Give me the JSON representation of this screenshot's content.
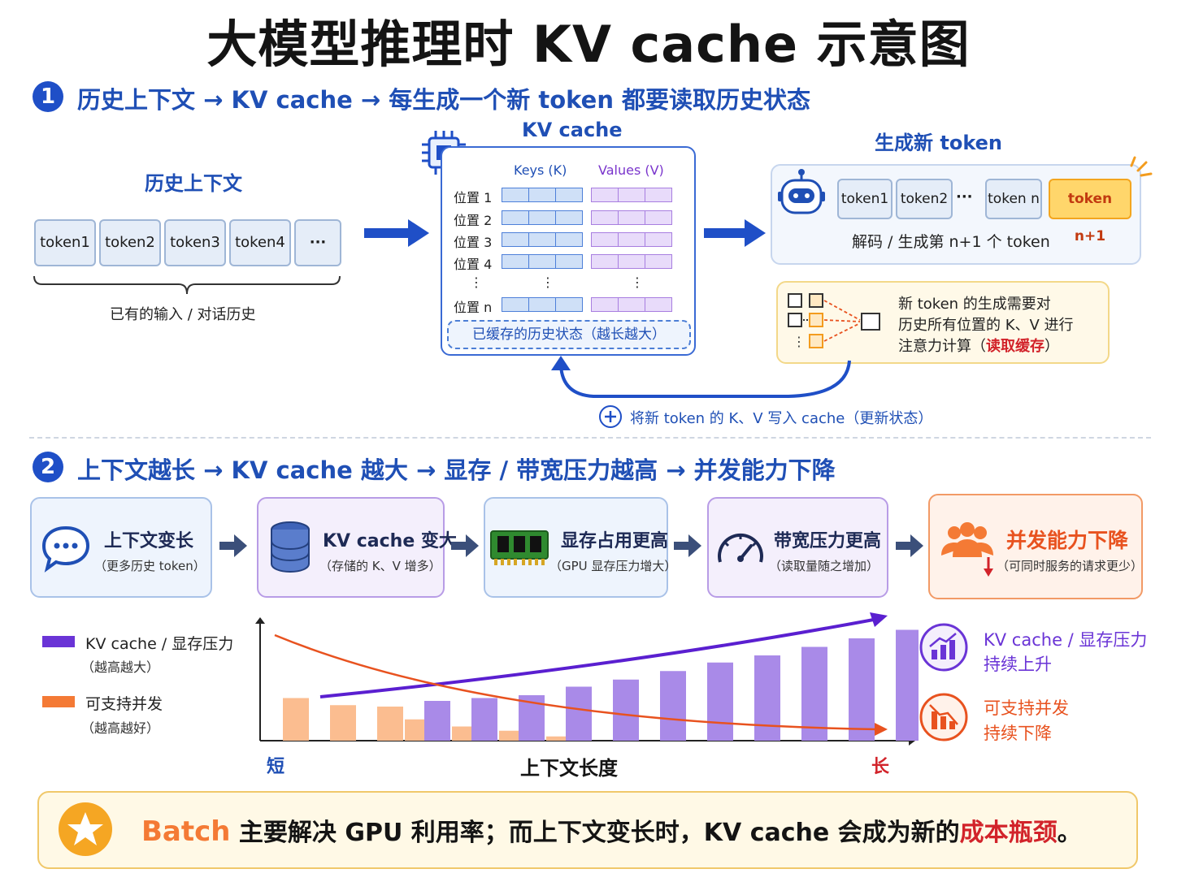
{
  "title": "大模型推理时 KV cache 示意图",
  "section1": {
    "number": "1",
    "heading": "历史上下文 → KV cache → 每生成一个新 token 都要读取历史状态",
    "history_title": "历史上下文",
    "history_tokens": [
      "token1",
      "token2",
      "token3",
      "token4",
      "···"
    ],
    "history_caption": "已有的输入 / 对话历史",
    "kv_title": "KV cache",
    "keys_label": "Keys (K)",
    "values_label": "Values (V)",
    "rows": [
      "位置 1",
      "位置 2",
      "位置 3",
      "位置 4",
      "⋮",
      "位置 n"
    ],
    "cached_label": "已缓存的历史状态（越长越大）",
    "gen_title": "生成新 token",
    "gen_tokens": [
      "token1",
      "token2",
      "···",
      "token n",
      "token n+1"
    ],
    "gen_caption": "解码 / 生成第 n+1 个 token",
    "note_line1": "新 token 的生成需要对",
    "note_line2": "历史所有位置的 K、V 进行",
    "note_line3_prefix": "注意力计算（",
    "note_line3_highlight": "读取缓存",
    "note_line3_suffix": "）",
    "write_back": "将新 token 的 K、V 写入 cache（更新状态）"
  },
  "section2": {
    "number": "2",
    "heading": "上下文越长 → KV cache 越大 → 显存 / 带宽压力越高 → 并发能力下降",
    "cards": [
      {
        "title": "上下文变长",
        "sub": "（更多历史 token）",
        "icon": "chat-bubble-icon"
      },
      {
        "title": "KV cache 变大",
        "sub": "（存储的 K、V 增多）",
        "icon": "database-icon"
      },
      {
        "title": "显存占用更高",
        "sub": "（GPU 显存压力增大）",
        "icon": "memory-chip-icon"
      },
      {
        "title": "带宽压力更高",
        "sub": "（读取量随之增加）",
        "icon": "speedometer-icon"
      },
      {
        "title": "并发能力下降",
        "sub": "（可同时服务的请求更少）",
        "icon": "users-down-icon"
      }
    ],
    "legend": [
      {
        "label": "KV cache / 显存压力",
        "sub": "（越高越大）",
        "color": "#6a34d6"
      },
      {
        "label": "可支持并发",
        "sub": "（越高越好）",
        "color": "#f47a35"
      }
    ],
    "x_label": "上下文长度",
    "x_short": "短",
    "x_long": "长",
    "side_notes": [
      {
        "line1": "KV cache / 显存压力",
        "line2": "持续上升",
        "color": "#6a34d6",
        "icon": "chart-up-icon"
      },
      {
        "line1": "可支持并发",
        "line2": "持续下降",
        "color": "#e8521f",
        "icon": "chart-down-icon"
      }
    ]
  },
  "chart_data": {
    "type": "bar",
    "title": "",
    "xlabel": "上下文长度",
    "ylabel": "",
    "x_range": [
      "短",
      "长"
    ],
    "series": [
      {
        "name": "KV cache / 显存压力",
        "values": [
          0,
          0,
          0,
          28,
          30,
          32,
          38,
          43,
          49,
          55,
          60,
          66,
          72,
          78
        ],
        "color": "#a98ae8"
      },
      {
        "name": "可支持并发",
        "values": [
          30,
          25,
          24,
          15,
          10,
          7,
          3,
          0,
          0,
          0,
          0,
          0,
          0,
          0
        ],
        "color": "#fbbd90"
      }
    ],
    "trend_lines": [
      {
        "name": "KV cache / 显存压力",
        "direction": "up",
        "color": "#5a1fd0"
      },
      {
        "name": "可支持并发",
        "direction": "down",
        "color": "#e8521f"
      }
    ]
  },
  "footer": {
    "prefix": "Batch",
    "middle": " 主要解决 GPU 利用率；而上下文变长时，KV cache 会成为新的",
    "highlight": "成本瓶颈",
    "suffix": "。"
  }
}
